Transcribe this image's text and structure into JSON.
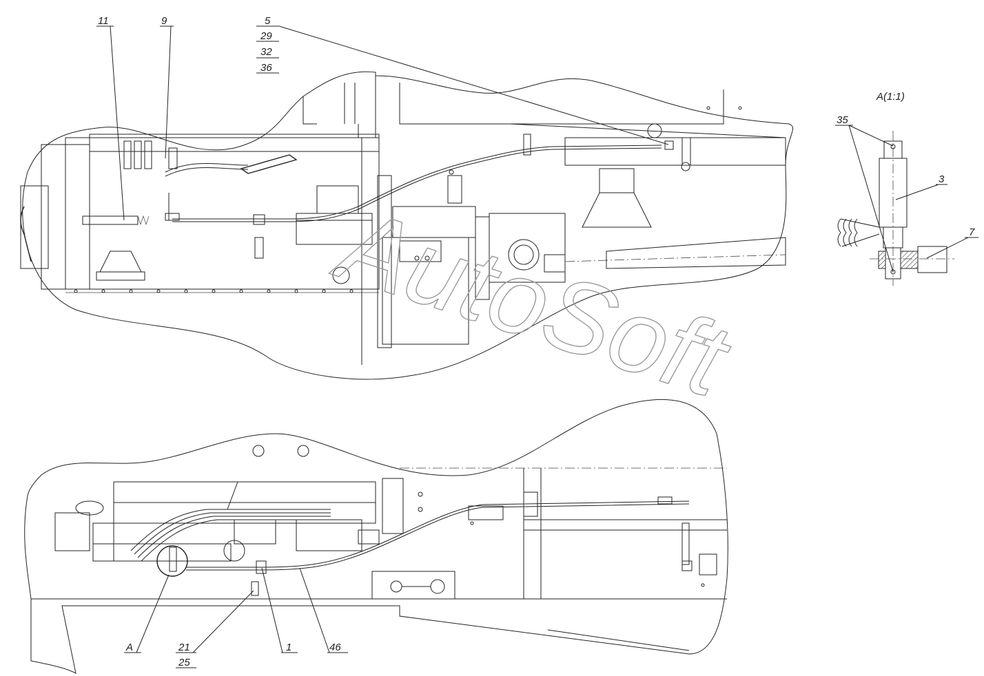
{
  "labels": {
    "l11": "11",
    "l9": "9",
    "l5": "5",
    "l29": "29",
    "l32": "32",
    "l36": "36",
    "l35": "35",
    "l3": "3",
    "l7": "7",
    "lA": "A",
    "l21": "21",
    "l25": "25",
    "l1": "1",
    "l46": "46"
  },
  "detail_title": "A(1:1)",
  "watermark": "AutoSoft"
}
